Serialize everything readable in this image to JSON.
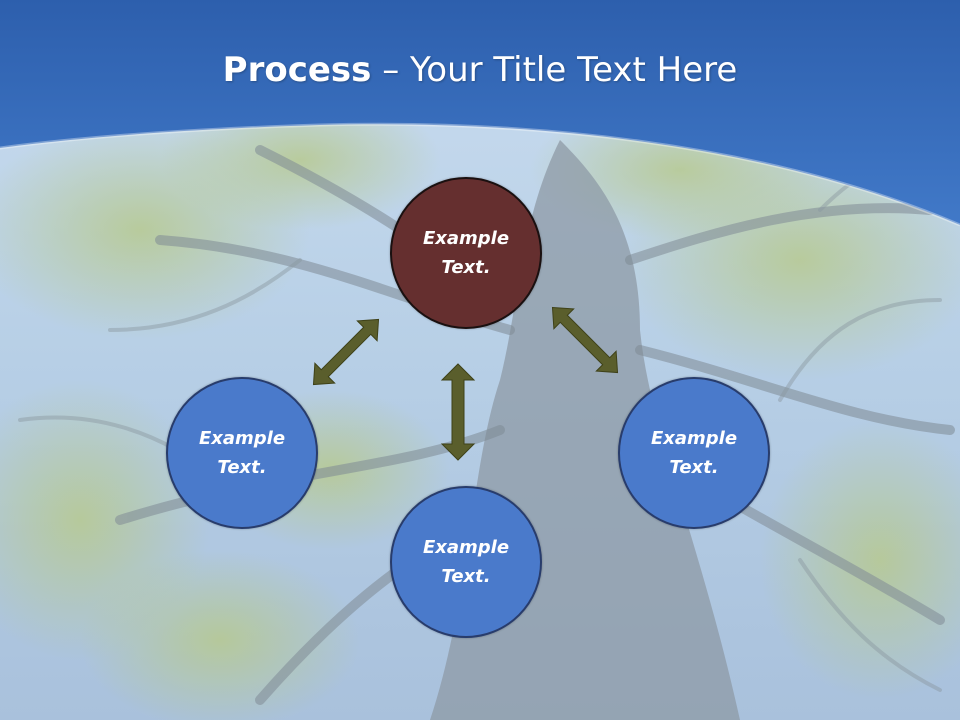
{
  "slide": {
    "title_bold": "Process",
    "title_dash": " – ",
    "title_rest": "Your Title Text Here"
  },
  "nodes": {
    "top": {
      "line1": "Example",
      "line2": "Text."
    },
    "left": {
      "line1": "Example",
      "line2": "Text."
    },
    "right": {
      "line1": "Example",
      "line2": "Text."
    },
    "bottom": {
      "line1": "Example",
      "line2": "Text."
    }
  },
  "colors": {
    "header_blue": "#3a6fc0",
    "hub": "#652f2f",
    "satellite": "#4a7acb",
    "arrow": "#5a5e2c"
  }
}
